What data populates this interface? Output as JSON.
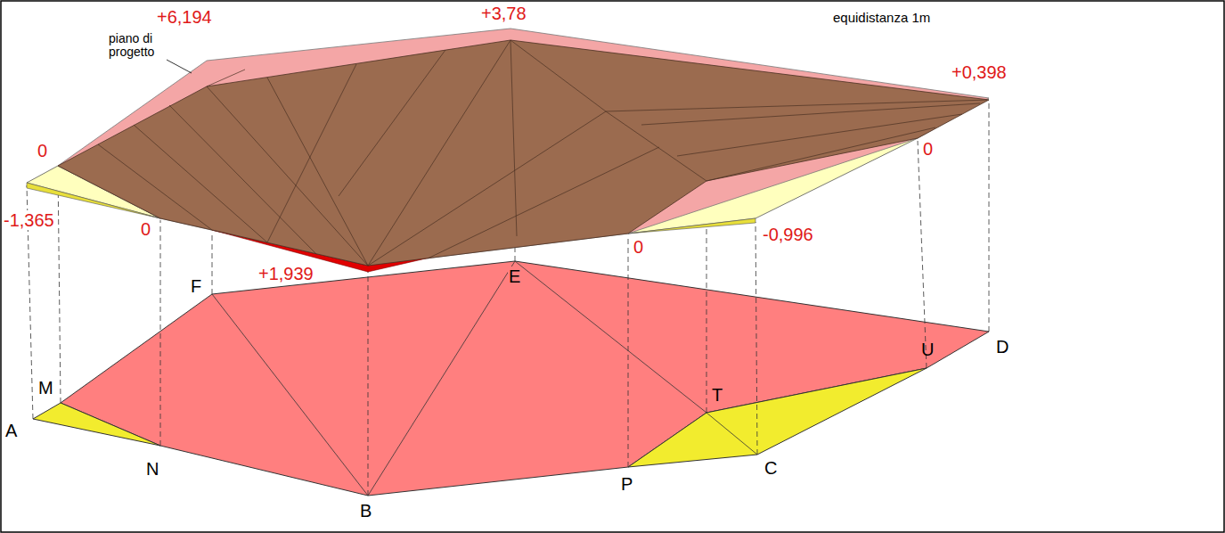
{
  "diagram": {
    "labels": [
      "+6,194",
      "+3,78",
      "equidistanza 1m",
      "piano di progetto",
      "+0,398",
      "0",
      "-1,365",
      "0",
      "+1,939",
      "0",
      "-0,996",
      "0",
      "F",
      "E",
      "M",
      "T",
      "U",
      "D",
      "A",
      "N",
      "B",
      "P",
      "C"
    ]
  }
}
